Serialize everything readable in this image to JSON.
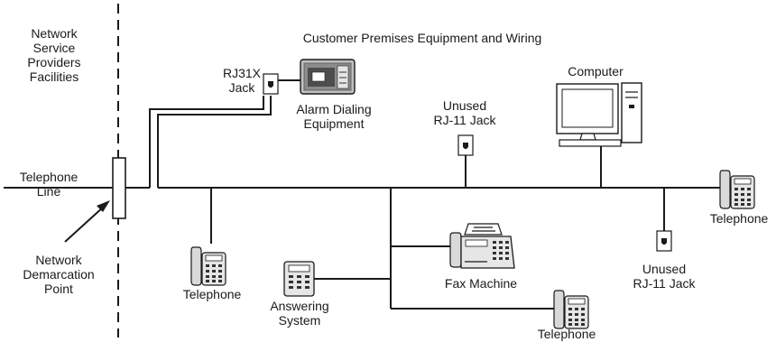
{
  "labels": {
    "provider": [
      "Network",
      "Service",
      "Providers",
      "Facilities"
    ],
    "title": "Customer Premises Equipment and Wiring",
    "rj31x": [
      "RJ31X",
      "Jack"
    ],
    "alarm": [
      "Alarm Dialing",
      "Equipment"
    ],
    "unused_top": [
      "Unused",
      "RJ-11 Jack"
    ],
    "computer": "Computer",
    "telephone_line": [
      "Telephone",
      "Line"
    ],
    "demarcation": [
      "Network",
      "Demarcation",
      "Point"
    ],
    "telephone_left": "Telephone",
    "answering": [
      "Answering",
      "System"
    ],
    "fax": "Fax Machine",
    "telephone_bottom": "Telephone",
    "unused_right": [
      "Unused",
      "RJ-11 Jack"
    ],
    "telephone_right": "Telephone"
  },
  "icons": {
    "rj31x": "wall-jack-icon",
    "alarm": "alarm-dialer-icon",
    "unused_top": "wall-jack-icon",
    "unused_right": "wall-jack-icon",
    "computer": "desktop-computer-icon",
    "telephone": "telephone-icon",
    "answering": "answering-machine-icon",
    "fax": "fax-machine-icon",
    "demarcation": "demarcation-box-icon"
  }
}
